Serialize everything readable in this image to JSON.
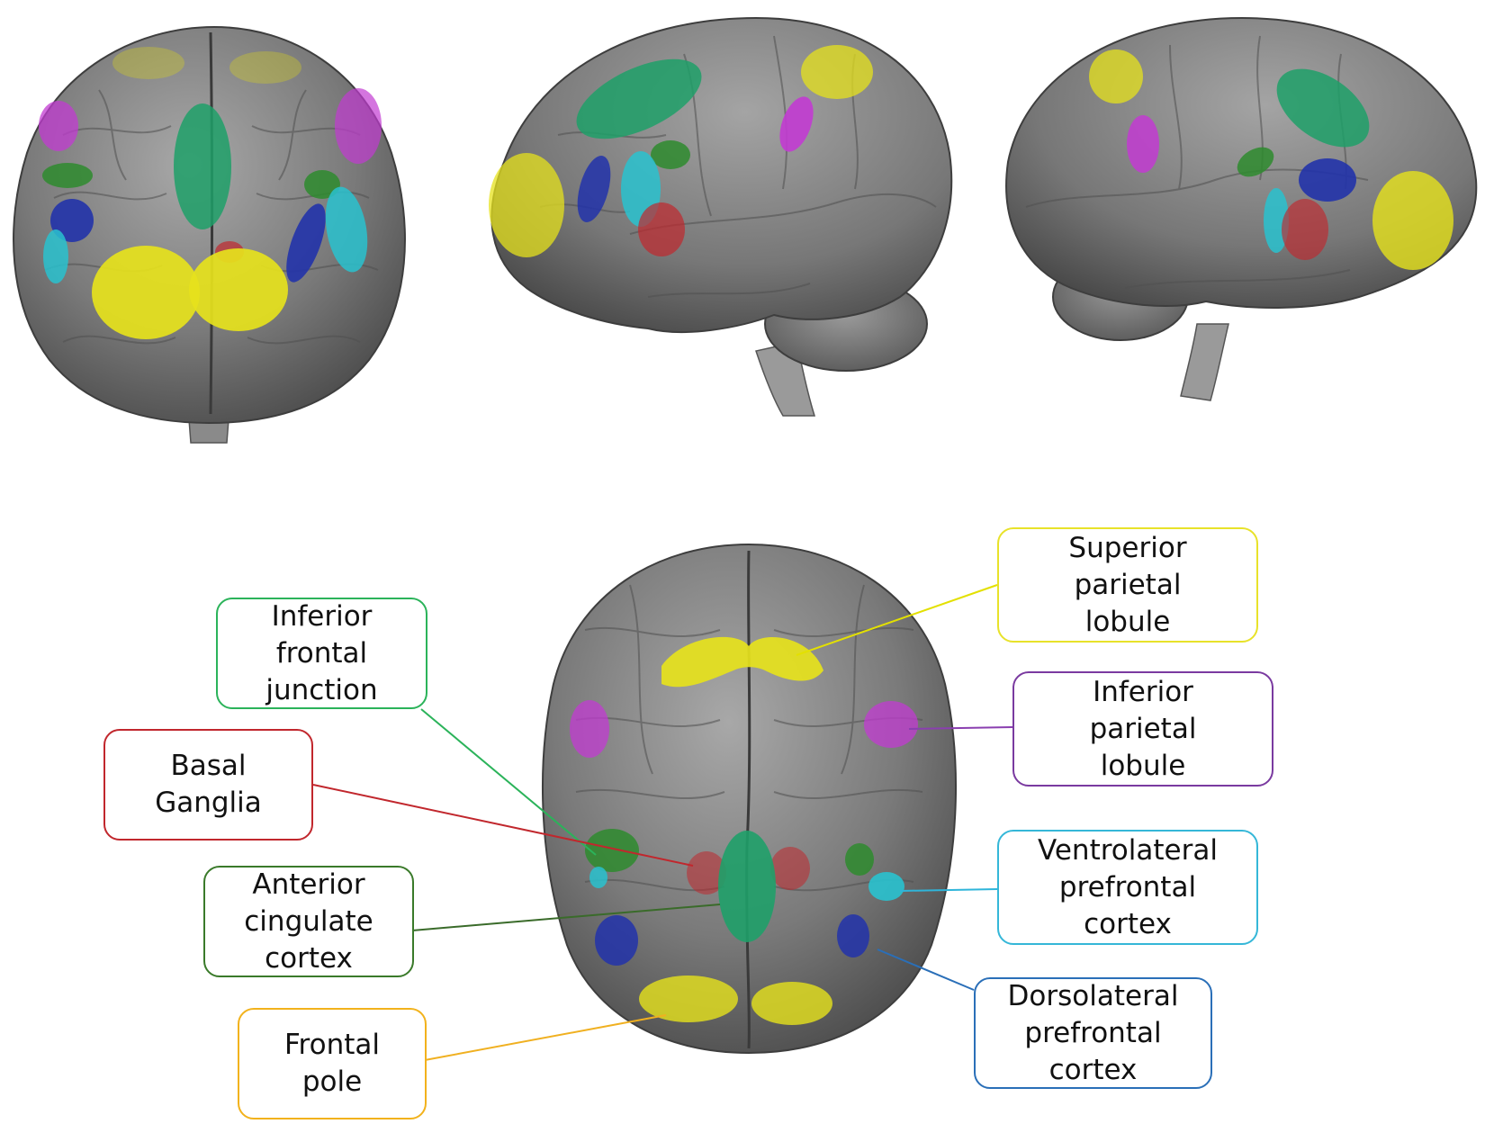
{
  "colors": {
    "background": "#ffffff",
    "brain": "#7c7c7c",
    "brain_light": "#a2a2a2",
    "brain_dark": "#4a4a4a",
    "yellow": "#e6e21c",
    "green": "#1fa069",
    "dark_green": "#2e8b2e",
    "red": "#c0282e",
    "magenta": "#c23bd1",
    "cyan": "#29c2cf",
    "blue": "#2233aa"
  },
  "regions": [
    {
      "id": "superior-parietal-lobule",
      "label": "Superior\nparietal\nlobule",
      "color": "#e8e22a",
      "line_color": "#e3e000"
    },
    {
      "id": "inferior-parietal-lobule",
      "label": "Inferior\nparietal\nlobule",
      "color": "#7a3aa0",
      "line_color": "#8a3fb0"
    },
    {
      "id": "ventrolateral-prefrontal-cortex",
      "label": "Ventrolateral\nprefrontal\ncortex",
      "color": "#35b7d8",
      "line_color": "#2fb5da"
    },
    {
      "id": "dorsolateral-prefrontal-cortex",
      "label": "Dorsolateral\nprefrontal\ncortex",
      "color": "#2a6fb8",
      "line_color": "#2a6fb8"
    },
    {
      "id": "inferior-frontal-junction",
      "label": "Inferior\nfrontal\njunction",
      "color": "#2bb35a",
      "line_color": "#2bb35a"
    },
    {
      "id": "basal-ganglia",
      "label": "Basal\nGanglia",
      "color": "#c1272d",
      "line_color": "#c1272d"
    },
    {
      "id": "anterior-cingulate-cortex",
      "label": "Anterior\ncingulate\ncortex",
      "color": "#3a7a2a",
      "line_color": "#3a6b2a"
    },
    {
      "id": "frontal-pole",
      "label": "Frontal\npole",
      "color": "#f2b21c",
      "line_color": "#f0b020"
    }
  ],
  "views": [
    {
      "id": "brain-view-front"
    },
    {
      "id": "brain-view-left-lateral"
    },
    {
      "id": "brain-view-right-lateral"
    },
    {
      "id": "brain-view-top"
    }
  ]
}
